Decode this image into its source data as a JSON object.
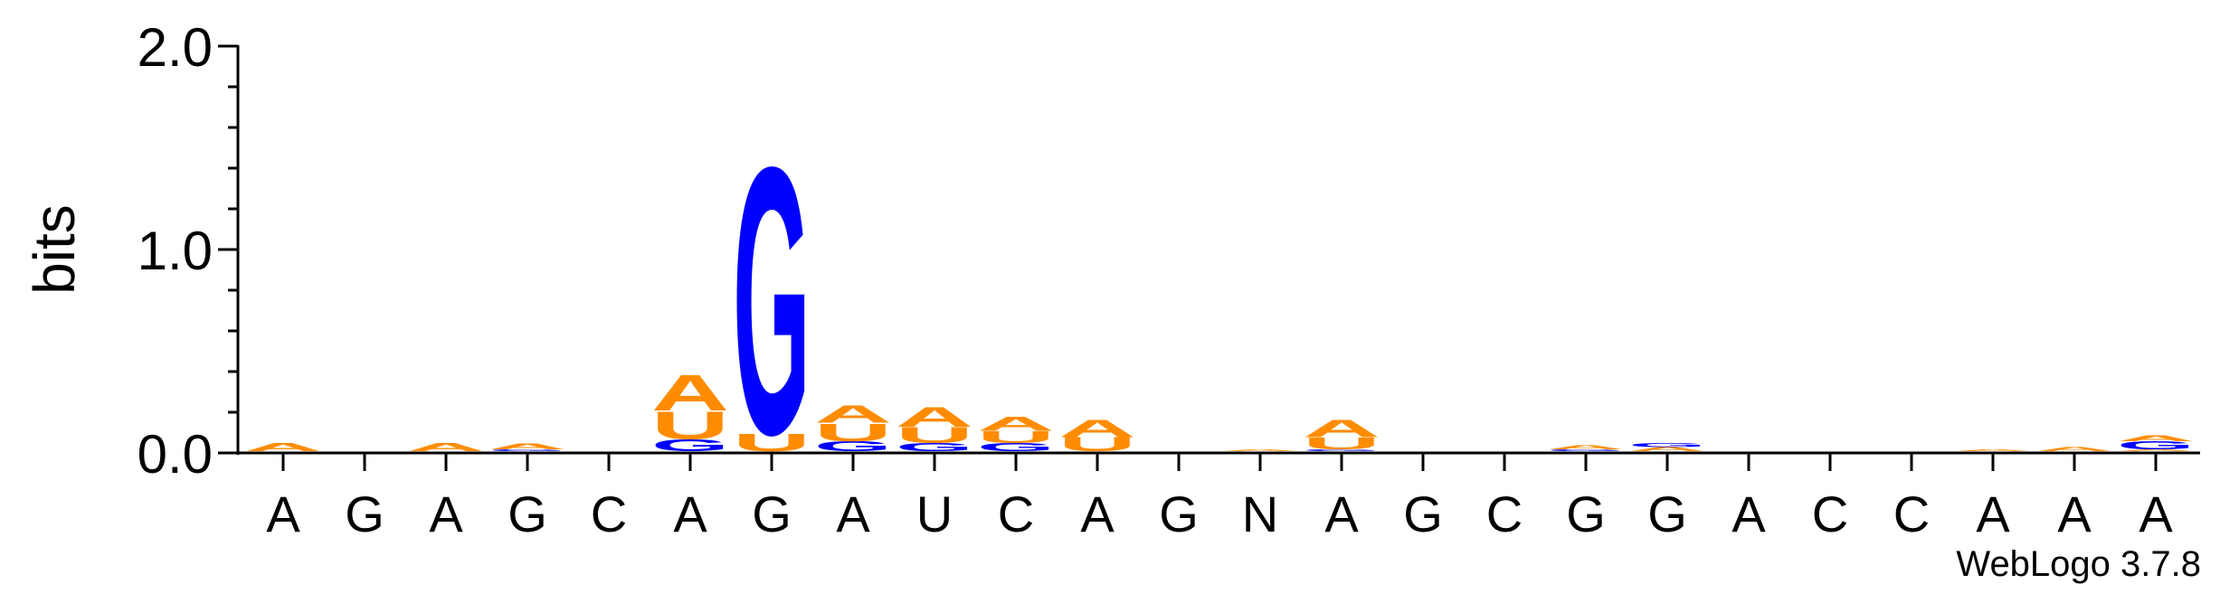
{
  "chart_data": {
    "type": "sequence-logo",
    "ylabel": "bits",
    "ylim": [
      0,
      2.0
    ],
    "yticks": [
      "0.0",
      "1.0",
      "2.0"
    ],
    "consensus": [
      "A",
      "G",
      "A",
      "G",
      "C",
      "A",
      "G",
      "A",
      "U",
      "C",
      "A",
      "G",
      "N",
      "A",
      "G",
      "C",
      "G",
      "G",
      "A",
      "C",
      "C",
      "A",
      "A",
      "A"
    ],
    "colors": {
      "A": "#ff8c00",
      "U": "#ff8c00",
      "G": "#0000ff",
      "C": "#0000ff"
    },
    "stacks": [
      [
        [
          "A",
          0.04
        ]
      ],
      [],
      [
        [
          "A",
          0.04
        ]
      ],
      [
        [
          "G",
          0.01
        ],
        [
          "A",
          0.03
        ]
      ],
      [],
      [
        [
          "G",
          0.06
        ],
        [
          "U",
          0.14
        ],
        [
          "A",
          0.18
        ]
      ],
      [
        [
          "U",
          0.09
        ],
        [
          "G",
          1.35
        ]
      ],
      [
        [
          "G",
          0.05
        ],
        [
          "U",
          0.09
        ],
        [
          "A",
          0.09
        ]
      ],
      [
        [
          "G",
          0.04
        ],
        [
          "U",
          0.08
        ],
        [
          "A",
          0.1
        ]
      ],
      [
        [
          "G",
          0.04
        ],
        [
          "U",
          0.06
        ],
        [
          "A",
          0.07
        ]
      ],
      [
        [
          "U",
          0.07
        ],
        [
          "A",
          0.09
        ]
      ],
      [],
      [
        [
          "A",
          0.01
        ]
      ],
      [
        [
          "G",
          0.01
        ],
        [
          "U",
          0.06
        ],
        [
          "A",
          0.09
        ]
      ],
      [],
      [],
      [
        [
          "G",
          0.01
        ],
        [
          "A",
          0.02
        ]
      ],
      [
        [
          "A",
          0.02
        ],
        [
          "G",
          0.02
        ]
      ],
      [],
      [],
      [],
      [
        [
          "A",
          0.01
        ]
      ],
      [
        [
          "A",
          0.02
        ]
      ],
      [
        [
          "A",
          0.01
        ],
        [
          "G",
          0.04
        ],
        [
          "A",
          0.03
        ]
      ]
    ]
  },
  "credit": "WebLogo 3.7.8"
}
